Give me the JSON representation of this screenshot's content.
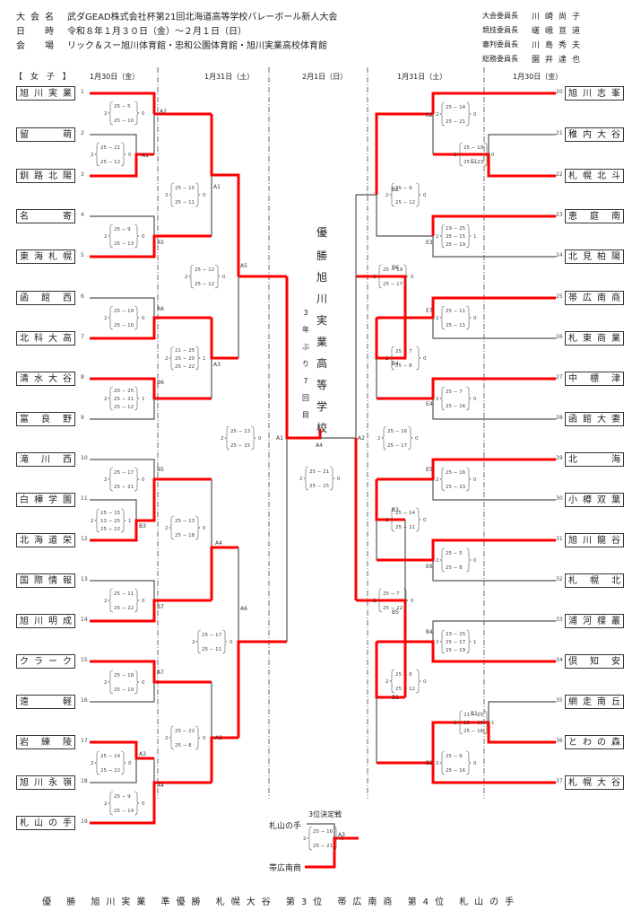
{
  "header": {
    "rows": [
      {
        "label": "大会名",
        "value": "武ダGEAD株式会社杯第21回北海道高等学校バレーボール新人大会"
      },
      {
        "label": "日　時",
        "value": "令和８年１月３０日（金）～２月１日（日）"
      },
      {
        "label": "会　場",
        "value": "リック＆スー旭川体育館・忠和公園体育館・旭川実業高校体育館"
      }
    ],
    "officials": [
      {
        "role": "大会委員長",
        "name": "川崎尚子"
      },
      {
        "role": "競技委員長",
        "name": "嵯峨亘道"
      },
      {
        "role": "審判委員長",
        "name": "川島秀夫"
      },
      {
        "role": "総務委員長",
        "name": "園井達也"
      }
    ]
  },
  "division": "【 女 子 】",
  "days": [
    "1月30日（金）",
    "1月31日（土）",
    "2月1日（日）",
    "1月31日（土）",
    "1月30日（金）"
  ],
  "teams_left": [
    {
      "seed": "1",
      "name": "旭川実業"
    },
    {
      "seed": "2",
      "name": "留萌"
    },
    {
      "seed": "3",
      "name": "釧路北陽"
    },
    {
      "seed": "4",
      "name": "名寄"
    },
    {
      "seed": "5",
      "name": "東海札幌"
    },
    {
      "seed": "6",
      "name": "函館西"
    },
    {
      "seed": "7",
      "name": "北科大高"
    },
    {
      "seed": "8",
      "name": "清水大谷"
    },
    {
      "seed": "9",
      "name": "富良野"
    },
    {
      "seed": "10",
      "name": "滝川西"
    },
    {
      "seed": "11",
      "name": "白樺学園"
    },
    {
      "seed": "12",
      "name": "北海道栄"
    },
    {
      "seed": "13",
      "name": "国際情報"
    },
    {
      "seed": "14",
      "name": "旭川明成"
    },
    {
      "seed": "15",
      "name": "クラーク"
    },
    {
      "seed": "16",
      "name": "遠軽"
    },
    {
      "seed": "17",
      "name": "岩練陵"
    },
    {
      "seed": "18",
      "name": "旭川永嶺"
    },
    {
      "seed": "19",
      "name": "札山の手"
    }
  ],
  "teams_right": [
    {
      "seed": "20",
      "name": "旭川志峯"
    },
    {
      "seed": "21",
      "name": "稚内大谷"
    },
    {
      "seed": "22",
      "name": "札幌北斗"
    },
    {
      "seed": "23",
      "name": "恵庭南"
    },
    {
      "seed": "24",
      "name": "北見柏陽"
    },
    {
      "seed": "25",
      "name": "帯広南商"
    },
    {
      "seed": "26",
      "name": "札東商業"
    },
    {
      "seed": "27",
      "name": "中標津"
    },
    {
      "seed": "28",
      "name": "函館大妻"
    },
    {
      "seed": "29",
      "name": "北海"
    },
    {
      "seed": "30",
      "name": "小樽双葉"
    },
    {
      "seed": "31",
      "name": "旭川龍谷"
    },
    {
      "seed": "32",
      "name": "札幌北"
    },
    {
      "seed": "33",
      "name": "浦河楪叢"
    },
    {
      "seed": "34",
      "name": "倶知安"
    },
    {
      "seed": "35",
      "name": "網走南丘"
    },
    {
      "seed": "36",
      "name": "とわの森"
    },
    {
      "seed": "37",
      "name": "札幌大谷"
    }
  ],
  "matches": [
    {
      "id": "L-2v3",
      "court": "A1",
      "sets": [
        "25-21",
        "25-12"
      ],
      "result": "2-0"
    },
    {
      "id": "L-1vW",
      "court": "A2",
      "sets": [
        "25-5",
        "25-10"
      ],
      "result": "2-0"
    },
    {
      "id": "L-4v5",
      "court": "A5",
      "sets": [
        "25-9",
        "25-13"
      ],
      "result": "2-0"
    },
    {
      "id": "L-6v7",
      "court": "A6",
      "sets": [
        "25-19",
        "25-10"
      ],
      "result": "2-0"
    },
    {
      "id": "L-8v9",
      "court": "B6",
      "sets": [
        "20-25",
        "25-21",
        "25-12"
      ],
      "result": "2-1"
    },
    {
      "id": "L-10v11-12",
      "court": "B5",
      "sets": [
        "25-17",
        "25-21"
      ],
      "result": "2-0"
    },
    {
      "id": "L-11v12",
      "court": "B3",
      "sets": [
        "25-15",
        "13-25",
        "25-22"
      ],
      "result": "2-1"
    },
    {
      "id": "L-13v14",
      "court": "B7",
      "sets": [
        "25-11",
        "25-22"
      ],
      "result": "2-0"
    },
    {
      "id": "L-15v16",
      "court": "A7",
      "sets": [
        "25-18",
        "25-19"
      ],
      "result": "2-0"
    },
    {
      "id": "L-17v18",
      "court": "A3",
      "sets": [
        "25-14",
        "25-22"
      ],
      "result": "2-0"
    },
    {
      "id": "L-Wv19",
      "court": "A4",
      "sets": [
        "25-9",
        "25-14"
      ],
      "result": "2-0"
    },
    {
      "id": "L-R2a",
      "court": "A1",
      "sets": [
        "25-10",
        "25-11"
      ],
      "result": "2-0"
    },
    {
      "id": "L-R2b",
      "court": "A3",
      "sets": [
        "21-25",
        "25-20",
        "25-22"
      ],
      "result": "2-1"
    },
    {
      "id": "L-R2c",
      "court": "A4",
      "sets": [
        "25-13",
        "25-18"
      ],
      "result": "2-0"
    },
    {
      "id": "L-R2d",
      "court": "A2",
      "sets": [
        "25-22",
        "25-8"
      ],
      "result": "2-0"
    },
    {
      "id": "L-R3a",
      "court": "A5",
      "sets": [
        "25-12",
        "25-12"
      ],
      "result": "2-0"
    },
    {
      "id": "L-R3b",
      "court": "A6",
      "sets": [
        "25-17",
        "25-11"
      ],
      "result": "2-0"
    },
    {
      "id": "L-SF",
      "court": "A1",
      "sets": [
        "25-13",
        "25-15"
      ],
      "result": "2-0"
    },
    {
      "id": "Final",
      "court": "A4",
      "sets": [
        "25-21",
        "25-15"
      ],
      "result": "2-0"
    },
    {
      "id": "R-SF",
      "court": "A2",
      "sets": [
        "25-16",
        "25-17"
      ],
      "result": "2-0"
    },
    {
      "id": "R-20vW",
      "court": "E2",
      "sets": [
        "25-14",
        "25-21"
      ],
      "result": "2-0"
    },
    {
      "id": "R-21v22",
      "court": "E1",
      "sets": [
        "25-19",
        "25-23"
      ],
      "result": "2-0"
    },
    {
      "id": "R-23v24",
      "court": "E3",
      "sets": [
        "19-25",
        "25-15",
        "25-19"
      ],
      "result": "2-1"
    },
    {
      "id": "R-25v26",
      "court": "E7",
      "sets": [
        "25-11",
        "25-11"
      ],
      "result": "2-0"
    },
    {
      "id": "R-27v28",
      "court": "E4",
      "sets": [
        "25-7",
        "25-16"
      ],
      "result": "2-0"
    },
    {
      "id": "R-29v30",
      "court": "E5",
      "sets": [
        "25-16",
        "25-23"
      ],
      "result": "2-0"
    },
    {
      "id": "R-31v32",
      "court": "E6",
      "sets": [
        "25-5",
        "25-8"
      ],
      "result": "2-0"
    },
    {
      "id": "R-33v34",
      "court": "B4",
      "sets": [
        "23-25",
        "25-17",
        "25-19"
      ],
      "result": "2-1"
    },
    {
      "id": "R-35v36",
      "court": "B1",
      "sets": [
        "21-25",
        "25-19",
        "25-16"
      ],
      "result": "2-1"
    },
    {
      "id": "R-Wv37",
      "court": "B2",
      "sets": [
        "25-9",
        "25-16"
      ],
      "result": "2-0"
    },
    {
      "id": "R-R2a",
      "court": "B2",
      "sets": [
        "25-9",
        "25-12"
      ],
      "result": "2-0"
    },
    {
      "id": "R-R2b",
      "court": "B4",
      "sets": [
        "25-7",
        "25-8"
      ],
      "result": "2-0"
    },
    {
      "id": "R-R2c",
      "court": "B3",
      "sets": [
        "25-14",
        "25-11"
      ],
      "result": "2-0"
    },
    {
      "id": "R-R2d",
      "court": "B1",
      "sets": [
        "25-6",
        "25-12"
      ],
      "result": "2-0"
    },
    {
      "id": "R-R3a",
      "court": "B6",
      "sets": [
        "25-19",
        "25-17"
      ],
      "result": "2-0"
    },
    {
      "id": "R-R3b",
      "court": "B5",
      "sets": [
        "25-7",
        "25-22"
      ],
      "result": "2-0"
    }
  ],
  "champion": {
    "title": "優勝",
    "name": "旭川実業高等学校",
    "note": "3年ぶり7回目"
  },
  "third_place": {
    "title": "3位決定戦",
    "team_a": "札山の手",
    "team_b": "帯広南商",
    "court": "A3",
    "sets": [
      "25-16",
      "25-21"
    ],
    "result": "2-0"
  },
  "final_standings": "優 勝 旭川実業 準優勝 札幌大谷 第3位 帯広南商 第4位 札山の手",
  "colors": {
    "winner_line": "#ff0000",
    "line": "#555555"
  }
}
